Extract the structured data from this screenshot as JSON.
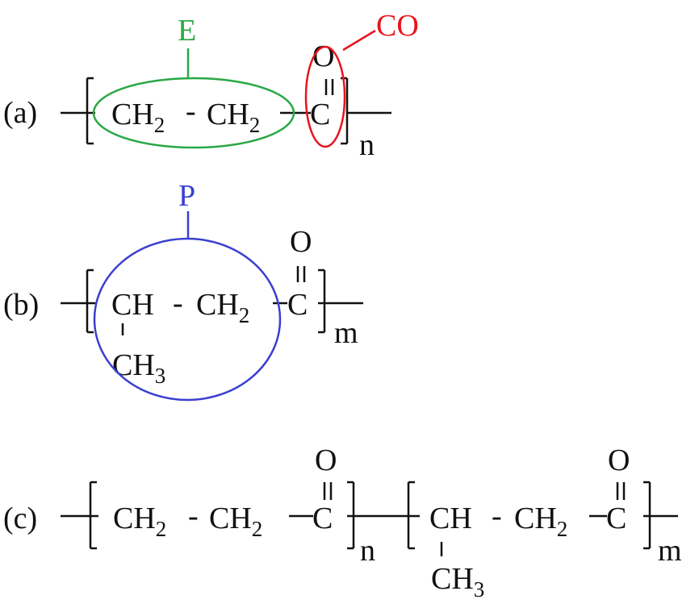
{
  "colors": {
    "ethylene": "#2aa845",
    "carbonyl": "#e8141c",
    "propylene": "#3a3fd0",
    "ink": "#111111"
  },
  "panel_a": {
    "label": "(a)",
    "ch": "CH",
    "sub2": "2",
    "dash": "-",
    "carbon": "C",
    "oxygen": "O",
    "repeat": "n",
    "annotation_e": "E",
    "annotation_co": "CO"
  },
  "panel_b": {
    "label": "(b)",
    "ch": "CH",
    "sub2": "2",
    "sub3": "3",
    "dash": "-",
    "carbon": "C",
    "oxygen": "O",
    "repeat": "m",
    "annotation_p": "P"
  },
  "panel_c": {
    "label": "(c)",
    "ch": "CH",
    "sub2": "2",
    "sub3": "3",
    "dash": "-",
    "carbon": "C",
    "oxygen": "O",
    "repeat_n": "n",
    "repeat_m": "m"
  }
}
